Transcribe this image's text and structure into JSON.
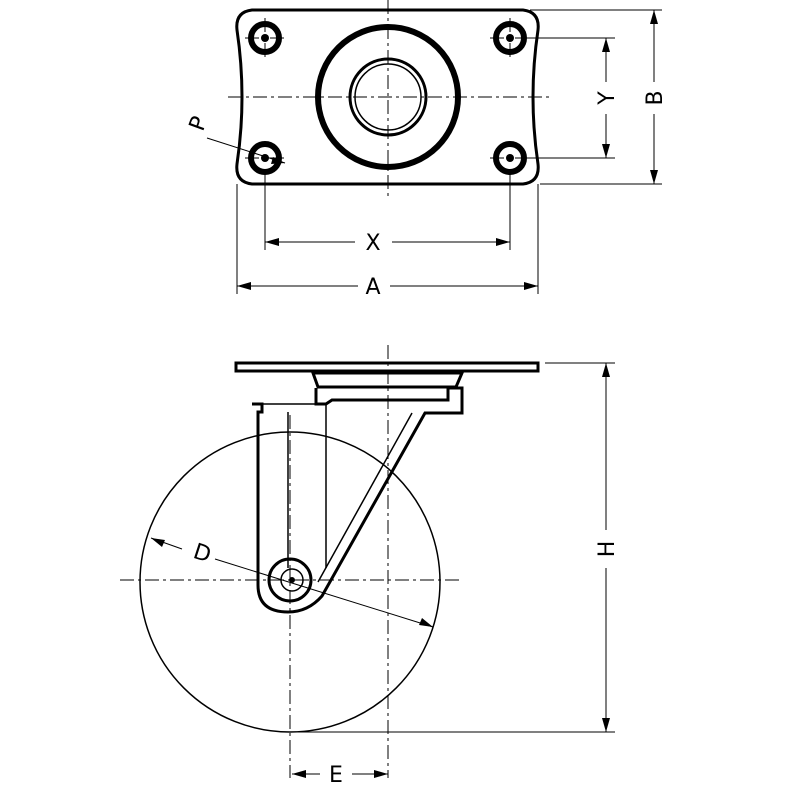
{
  "figure": {
    "top_view": {
      "labels": {
        "hole_diameter": "P",
        "width_x": "X",
        "width_a": "A",
        "height_y": "Y",
        "height_b": "B"
      }
    },
    "side_view": {
      "labels": {
        "wheel_diameter": "D",
        "offset": "E",
        "height": "H"
      }
    }
  }
}
